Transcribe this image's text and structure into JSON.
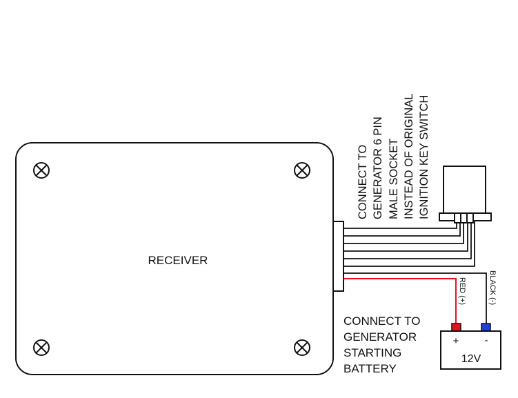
{
  "receiver": {
    "label": "RECEIVER"
  },
  "socket_instruction": {
    "lines": [
      "CONNECT TO",
      "GENERATOR 6 PIN",
      "MALE SOCKET",
      "INSTEAD OF ORIGINAL",
      "IGNITION KEY SWITCH"
    ]
  },
  "wires": {
    "red_label": "RED (+)",
    "black_label": "BLACK (-)"
  },
  "battery": {
    "plus": "+",
    "minus": "-",
    "voltage": "12V",
    "instruction_lines": [
      "CONNECT TO",
      "GENERATOR",
      "STARTING",
      "BATTERY"
    ]
  },
  "colors": {
    "outline": "#111111",
    "red_wire": "#e0141e",
    "positive_terminal": "#e0141e",
    "negative_terminal": "#1f3fd6"
  }
}
